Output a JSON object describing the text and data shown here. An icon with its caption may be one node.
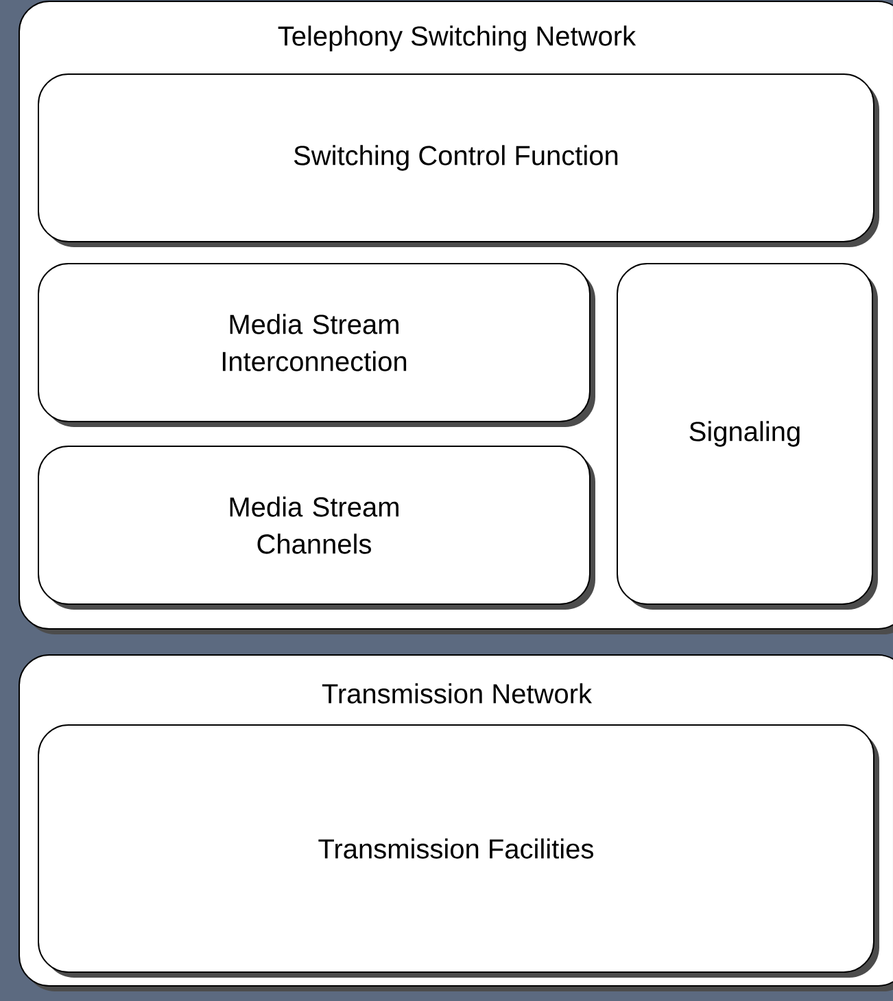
{
  "diagram": {
    "nodes": [
      {
        "text": [
          "Telephony Switching Network"
        ]
      },
      {
        "text": [
          "Switching Control Function"
        ],
        "in": 0
      },
      {
        "text": [
          "Media Stream Interconnection"
        ],
        "in": 0
      },
      {
        "text": [
          "Media Stream Channels"
        ],
        "in": 0
      },
      {
        "text": [
          "Signaling"
        ],
        "in": 0
      },
      {
        "text": [
          "Transmission Network"
        ]
      },
      {
        "text": [
          "Transmission Facilities"
        ],
        "in": 5
      }
    ]
  }
}
